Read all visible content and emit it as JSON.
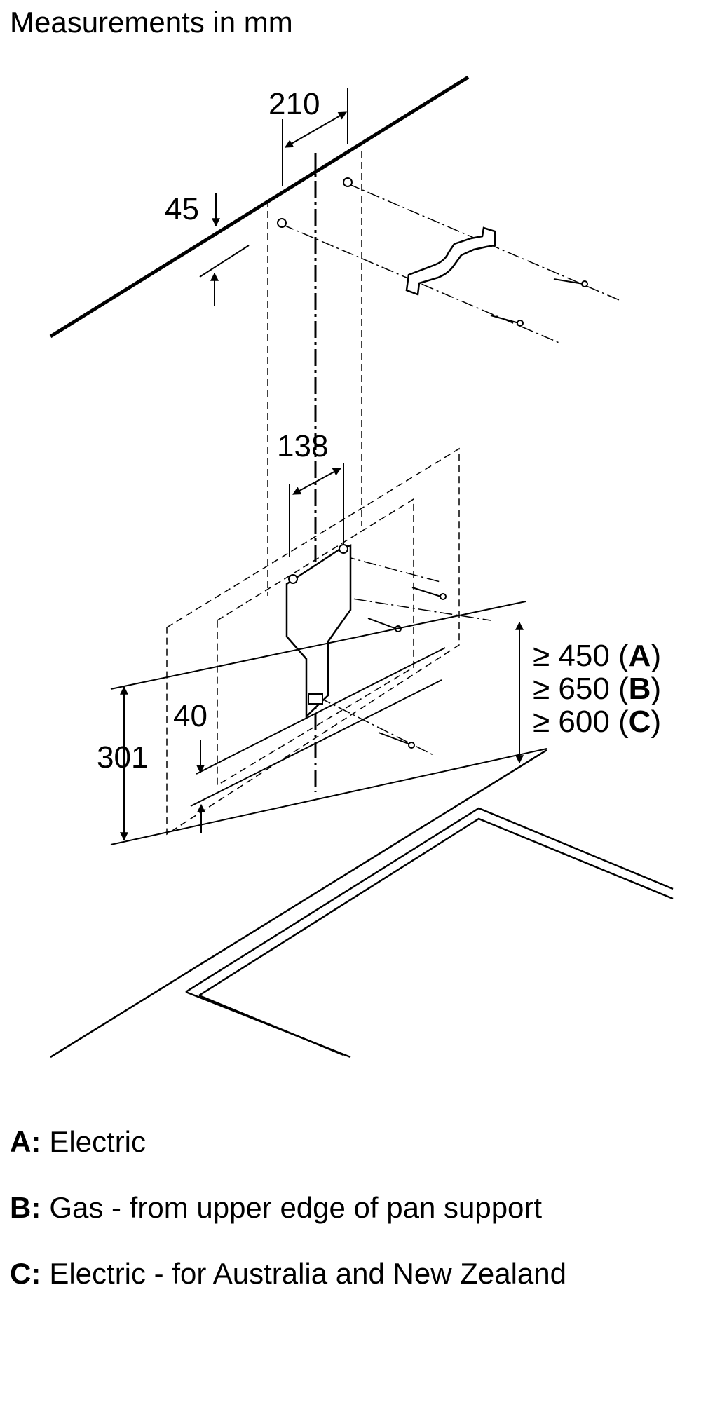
{
  "title": "Measurements in mm",
  "dimensions": {
    "bracket_spacing": "210",
    "ceiling_offset": "45",
    "lower_bracket_spacing": "138",
    "lower_offset": "40",
    "bracket_height": "301"
  },
  "clearances": [
    {
      "prefix": "≥ 450 (",
      "key": "A",
      "suffix": ")"
    },
    {
      "prefix": "≥ 650 (",
      "key": "B",
      "suffix": ")"
    },
    {
      "prefix": "≥ 600 (",
      "key": "C",
      "suffix": ")"
    }
  ],
  "legend": [
    {
      "key": "A:",
      "text": "Electric"
    },
    {
      "key": "B:",
      "text": "Gas - from upper edge of pan support"
    },
    {
      "key": "C:",
      "text": "Electric - for Australia and New Zealand"
    }
  ]
}
